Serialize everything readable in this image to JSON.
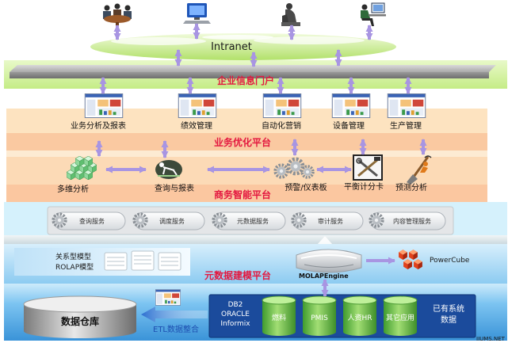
{
  "intranet": {
    "label": "Intranet"
  },
  "portal": {
    "label": "企业信息门户"
  },
  "optimization_platform": {
    "label": "业务优化平台",
    "apps": [
      "业务分析及报表",
      "绩效管理",
      "自动化营销",
      "设备管理",
      "生产管理"
    ]
  },
  "bi_platform": {
    "label": "商务智能平台",
    "tools": [
      "多维分析",
      "查询与报表",
      "预警/仪表板",
      "平衡计分卡",
      "预测分析"
    ]
  },
  "services": [
    "查询服务",
    "调度服务",
    "元数据服务",
    "审计服务",
    "内容管理服务"
  ],
  "metadata_platform": {
    "label": "元数据建模平台",
    "relational_model": [
      "关系型模型",
      "ROLAP模型"
    ],
    "molap": "MOLAPEngine",
    "powercube": "PowerCube"
  },
  "warehouse": {
    "label": "数据仓库",
    "etl": "ETL数据整合"
  },
  "sources": {
    "databases": [
      "DB2",
      "ORACLE",
      "Informix"
    ],
    "systems": [
      "燃料",
      "PMIS",
      "人资HR",
      "其它应用"
    ],
    "legacy": [
      "已有系统",
      "数据"
    ]
  },
  "watermark": "IIUMS.NET",
  "icons": {
    "users": [
      "meeting-icon",
      "computer-icon",
      "thinker-statue-icon",
      "workstation-user-icon"
    ],
    "tools": [
      "cube-stack-icon",
      "query-report-icon",
      "gears-icon",
      "scorecard-tools-icon",
      "shovel-icon"
    ],
    "other": [
      "screenshot-thumbnail",
      "gear-icon",
      "powercube-icon",
      "molap-engine-icon",
      "database-cylinder-icon"
    ]
  },
  "colors": {
    "platform_label": "#e3173f",
    "arrow": "#a895e2",
    "portal_band": "#d4f1a3",
    "optimization_band": "#fde0b9",
    "services_band": "#d5f1fc",
    "metadata_band": "#9fd5f3",
    "source_box": "#1b4b9c",
    "system_cylinder": "#6cbd4c",
    "warehouse": "#b5b5b5",
    "etl_label": "#1d4fb0"
  }
}
